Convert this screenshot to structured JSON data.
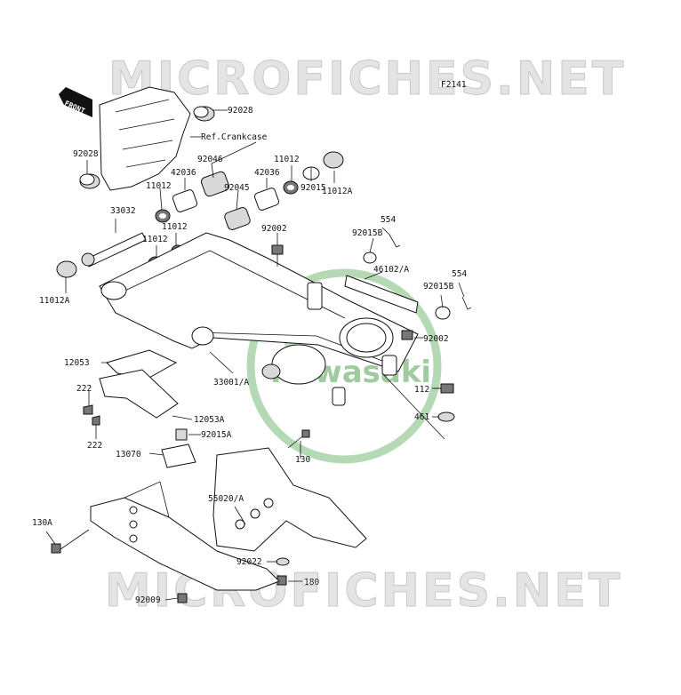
{
  "figure_code": "F2141",
  "watermark_text": "MICROFICHES.NET",
  "brand_logo_text": "Kawasaki",
  "front_arrow_text": "FRONT",
  "labels": {
    "l92028a": "92028",
    "lrefcrank": "Ref.Crankcase",
    "l92028b": "92028",
    "l92046": "92046",
    "l11012a": "11012",
    "l42036a": "42036",
    "l42036b": "42036",
    "l11012b": "11012",
    "l92045": "92045",
    "l92015": "92015",
    "l11012A_top": "11012A",
    "l33032": "33032",
    "l11012c": "11012",
    "l11012d": "11012",
    "l92002a": "92002",
    "l554a": "554",
    "l92015Ba": "92015B",
    "l46102A": "46102/A",
    "l554b": "554",
    "l92015Bb": "92015B",
    "l11012A_left": "11012A",
    "l92002b": "92002",
    "l12053": "12053",
    "l33001A": "33001/A",
    "l112": "112",
    "l222a": "222",
    "l461": "461",
    "l12053A": "12053A",
    "l222b": "222",
    "l92015A": "92015A",
    "l130": "130",
    "l13070": "13070",
    "l55020A": "55020/A",
    "l130A": "130A",
    "l92022": "92022",
    "l180": "180",
    "l92009": "92009"
  },
  "colors": {
    "logo_green": "#8fc28f",
    "watermark_grey": "#e4e4e4",
    "front_arrow": "#111111"
  }
}
